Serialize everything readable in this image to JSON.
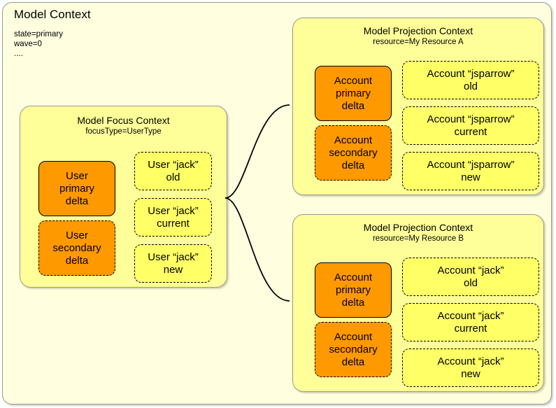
{
  "model_context": {
    "title": "Model Context",
    "properties": [
      "state=primary",
      "wave=0",
      "...."
    ]
  },
  "focus_context": {
    "title": "Model Focus Context",
    "subtitle": "focusType=UserType",
    "deltas": [
      {
        "line1": "User",
        "line2": "primary",
        "line3": "delta",
        "style": "solid"
      },
      {
        "line1": "User",
        "line2": "secondary",
        "line3": "delta",
        "style": "dashed"
      }
    ],
    "objects": [
      {
        "line1": "User “jack”",
        "line2": "old"
      },
      {
        "line1": "User “jack”",
        "line2": "current"
      },
      {
        "line1": "User “jack”",
        "line2": "new"
      }
    ]
  },
  "projection_contexts": [
    {
      "title": "Model Projection Context",
      "subtitle": "resource=My Resource A",
      "deltas": [
        {
          "line1": "Account",
          "line2": "primary",
          "line3": "delta",
          "style": "solid"
        },
        {
          "line1": "Account",
          "line2": "secondary",
          "line3": "delta",
          "style": "dashed"
        }
      ],
      "objects": [
        {
          "line1": "Account “jsparrow”",
          "line2": "old"
        },
        {
          "line1": "Account “jsparrow”",
          "line2": "current"
        },
        {
          "line1": "Account “jsparrow”",
          "line2": "new"
        }
      ]
    },
    {
      "title": "Model Projection Context",
      "subtitle": "resource=My Resource B",
      "deltas": [
        {
          "line1": "Account",
          "line2": "primary",
          "line3": "delta",
          "style": "solid"
        },
        {
          "line1": "Account",
          "line2": "secondary",
          "line3": "delta",
          "style": "dashed"
        }
      ],
      "objects": [
        {
          "line1": "Account “jack”",
          "line2": "old"
        },
        {
          "line1": "Account “jack”",
          "line2": "current"
        },
        {
          "line1": "Account “jack”",
          "line2": "new"
        }
      ]
    }
  ],
  "colors": {
    "outer_background": "#ffffe0",
    "panel_background": "#ffff99",
    "delta_box": "#ff9900",
    "object_box": "#ffff66",
    "border": "#9a9a8a",
    "connector": "#000000"
  }
}
